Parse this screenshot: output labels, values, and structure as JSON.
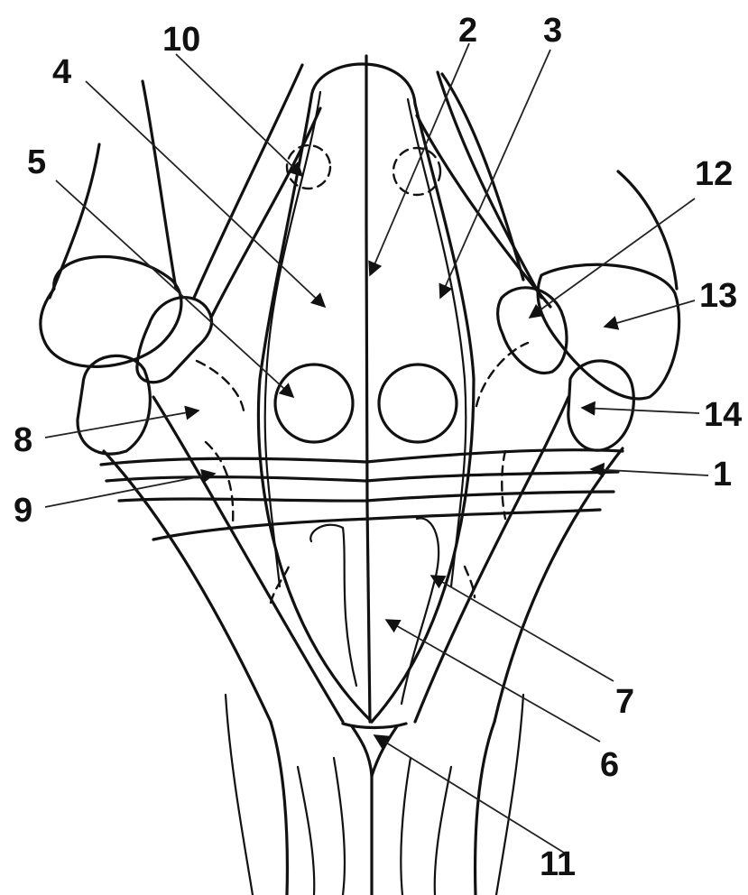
{
  "labels": [
    {
      "id": "1",
      "text": "1"
    },
    {
      "id": "2",
      "text": "2"
    },
    {
      "id": "3",
      "text": "3"
    },
    {
      "id": "4",
      "text": "4"
    },
    {
      "id": "5",
      "text": "5"
    },
    {
      "id": "6",
      "text": "6"
    },
    {
      "id": "7",
      "text": "7"
    },
    {
      "id": "8",
      "text": "8"
    },
    {
      "id": "9",
      "text": "9"
    },
    {
      "id": "10",
      "text": "10"
    },
    {
      "id": "11",
      "text": "11"
    },
    {
      "id": "12",
      "text": "12"
    },
    {
      "id": "13",
      "text": "13"
    },
    {
      "id": "14",
      "text": "14"
    }
  ],
  "colors": {
    "line": "#111111",
    "background": "#ffffff"
  }
}
